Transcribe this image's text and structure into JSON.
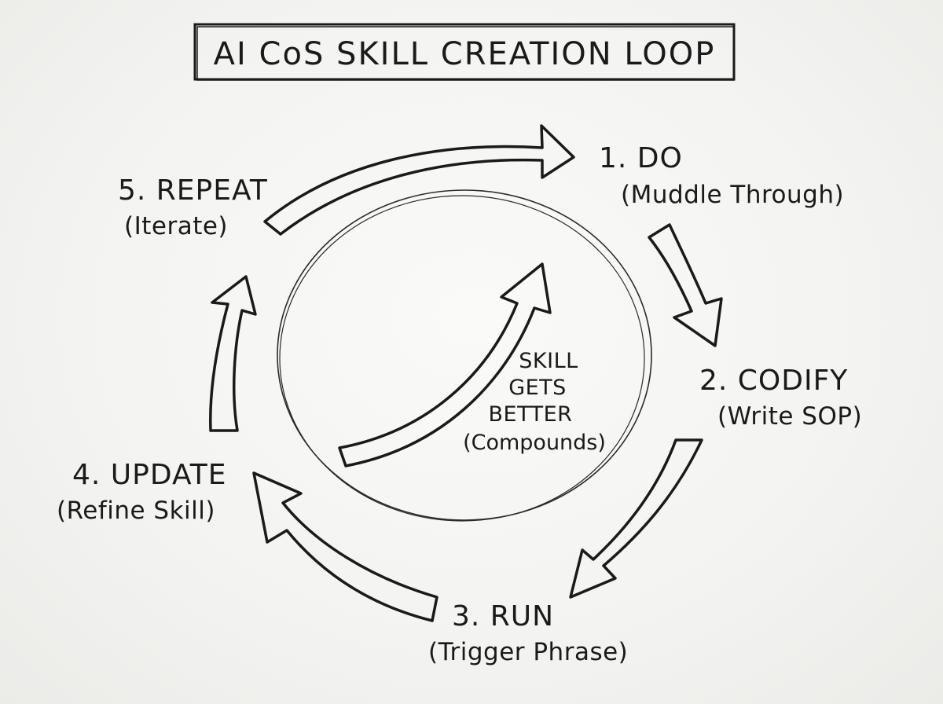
{
  "title": "AI CoS SKILL CREATION LOOP",
  "steps": [
    {
      "title": "1. DO",
      "subtitle": "(Muddle Through)"
    },
    {
      "title": "2. CODIFY",
      "subtitle": "(Write SOP)"
    },
    {
      "title": "3. RUN",
      "subtitle": "(Trigger Phrase)"
    },
    {
      "title": "4. UPDATE",
      "subtitle": "(Refine Skill)"
    },
    {
      "title": "5. REPEAT",
      "subtitle": "(Iterate)"
    }
  ],
  "center": {
    "line1": "SKILL",
    "line2": "GETS",
    "line3": "BETTER",
    "line4": "(Compounds)"
  },
  "colors": {
    "ink": "#1a1a1a",
    "paper": "#f4f4f2"
  }
}
